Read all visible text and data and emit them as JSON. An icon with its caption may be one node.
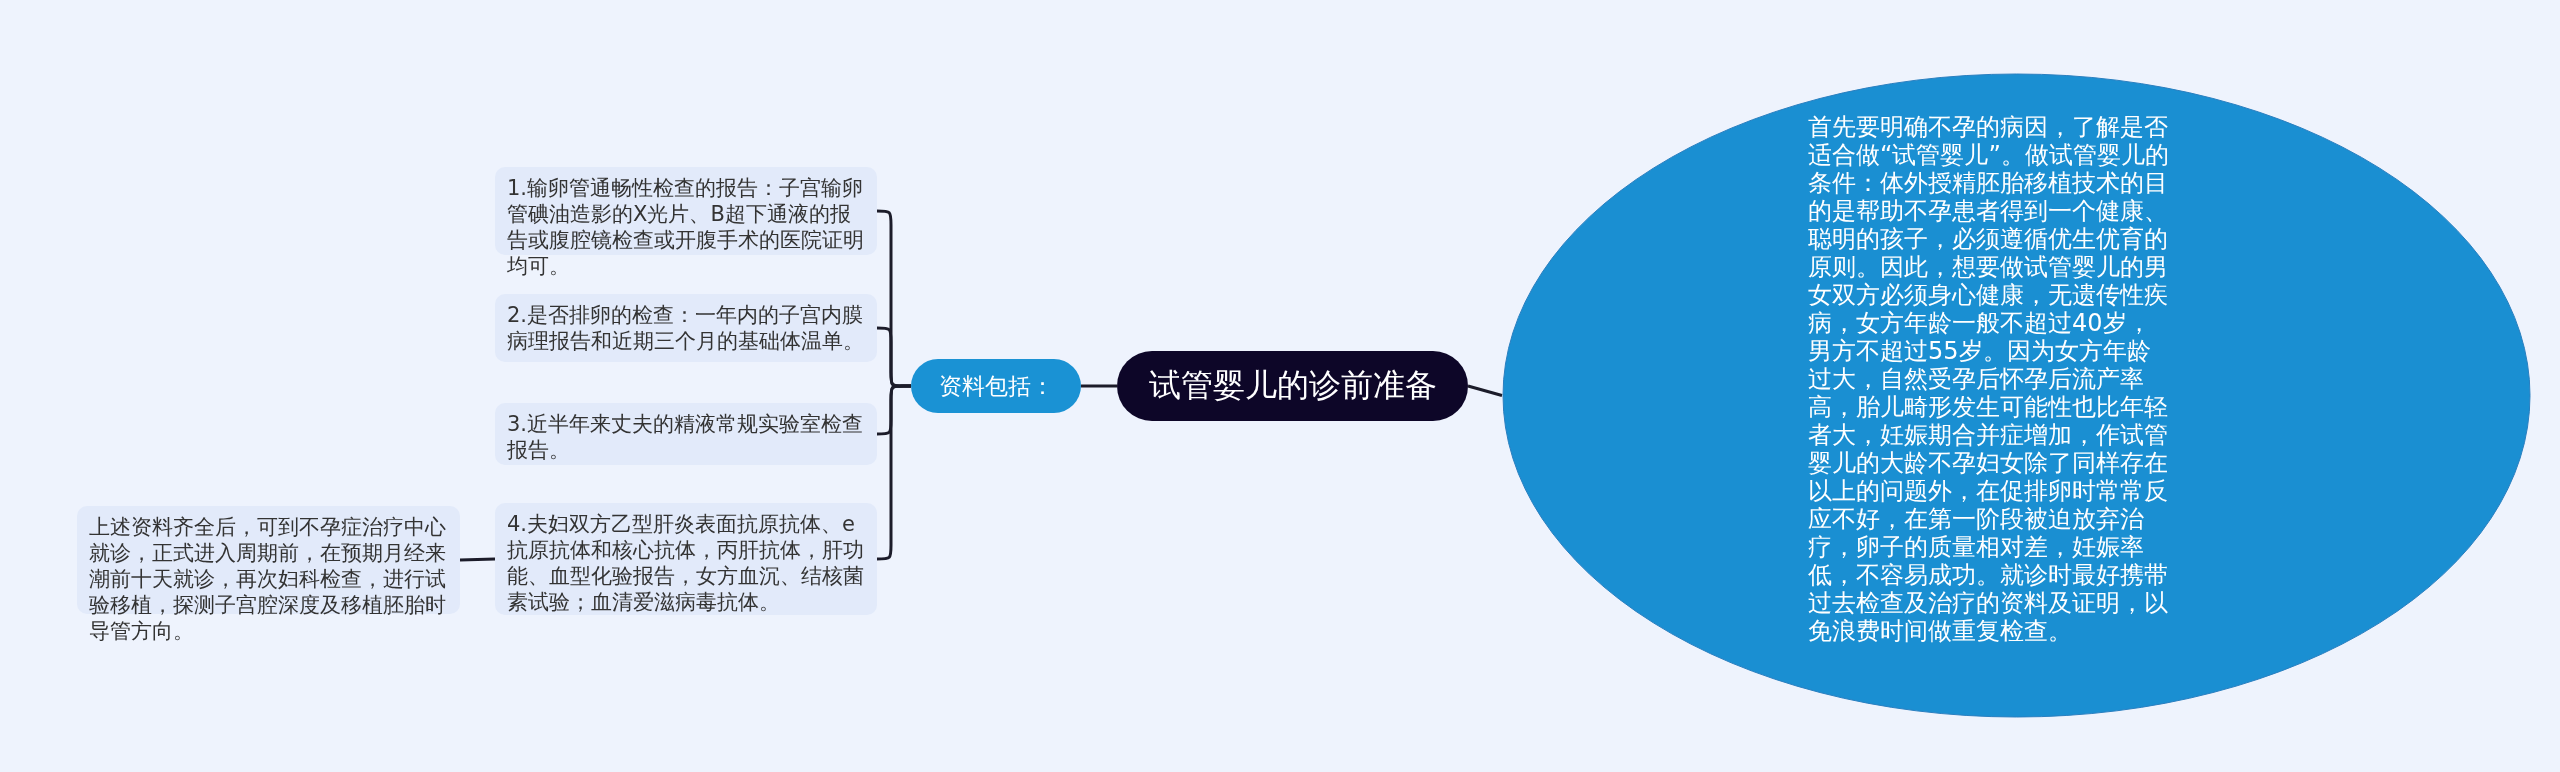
{
  "diagram": {
    "nodes": [
      {
        "text": [
          "试管婴儿的诊前准备"
        ]
      },
      {
        "text": [
          "资料包括："
        ]
      },
      {
        "text": [
          "1.输卵管通畅性检查的报告：子宫输卵管碘油造影的X光片、B超下通液的报告或腹腔镜检查或开腹手术的医院证明均可。"
        ]
      },
      {
        "text": [
          "2.是否排卵的检查：一年内的子宫内膜病理报告和近期三个月的基础体温单。"
        ]
      },
      {
        "text": [
          "3.近半年来丈夫的精液常规实验室检查报告。"
        ]
      },
      {
        "text": [
          "4.夫妇双方乙型肝炎表面抗原抗体、e抗原抗体和核心抗体，丙肝抗体，肝功能、血型化验报告，女方血沉、结核菌素试验；血清爱滋病毒抗体。"
        ]
      },
      {
        "text": [
          "上述资料齐全后，可到不孕症治疗中心就诊，正式进入周期前，在预期月经来潮前十天就诊，再次妇科检查，进行试验移植，探测子宫腔深度及移植胚胎时导管方向。"
        ]
      },
      {
        "text": [
          "首先要明确不孕的病因，了解是否适合做“试管婴儿”。做试管婴儿的条件：体外授精胚胎移植技术的目的是帮助不孕患者得到一个健康、聪明的孩子，必须遵循优生优育的原则。因此，想要做试管婴儿的男女双方必须身心健康，无遗传性疾病，女方年龄一般不超过40岁，男方不超过55岁。因为女方年龄过大，自然受孕后怀孕后流产率高，胎儿畸形发生可能性也比年轻者大，妊娠期合并症增加，作试管婴儿的大龄不孕妇女除了同样存在以上的问题外，在促排卵时常常反应不好，在第一阶段被迫放弃治疗，卵子的质量相对差，妊娠率低，不容易成功。就诊时最好携带过去检查及治疗的资料及证明，以免浪费时间做重复检查。"
        ]
      }
    ],
    "edges": [
      {
        "from": 0,
        "to": 1,
        "arrow": "none"
      },
      {
        "from": 1,
        "to": 2,
        "arrow": "none"
      },
      {
        "from": 1,
        "to": 3,
        "arrow": "none"
      },
      {
        "from": 1,
        "to": 4,
        "arrow": "none"
      },
      {
        "from": 1,
        "to": 5,
        "arrow": "none"
      },
      {
        "from": 5,
        "to": 6,
        "arrow": "none"
      },
      {
        "from": 0,
        "to": 7,
        "arrow": "none"
      }
    ]
  }
}
